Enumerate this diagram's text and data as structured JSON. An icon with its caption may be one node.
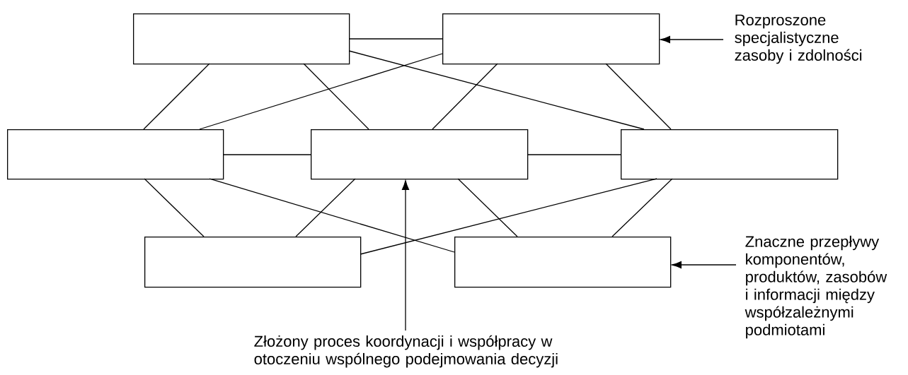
{
  "diagram": {
    "nodes": [
      {
        "text": [],
        "shape": "box"
      },
      {
        "text": [],
        "shape": "box"
      },
      {
        "text": [],
        "shape": "box"
      },
      {
        "text": [],
        "shape": "box"
      },
      {
        "text": [],
        "shape": "box"
      },
      {
        "text": [],
        "shape": "box"
      },
      {
        "text": [],
        "shape": "box"
      },
      {
        "text": [
          "Rozproszone specjalistyczne zasoby i zdolności"
        ]
      },
      {
        "text": [
          "Złożony proces koordynacji i współpracy w otoczeniu wspólnego podejmowania decyzji"
        ]
      },
      {
        "text": [
          "Znaczne przepływy komponentów, produktów, zasobów i informacji między współzależnymi podmiotami"
        ]
      }
    ],
    "edges": [
      {
        "from": 0,
        "to": 1,
        "arrow": "none"
      },
      {
        "from": 0,
        "to": 2,
        "arrow": "none"
      },
      {
        "from": 0,
        "to": 3,
        "arrow": "none"
      },
      {
        "from": 0,
        "to": 4,
        "arrow": "none"
      },
      {
        "from": 1,
        "to": 2,
        "arrow": "none"
      },
      {
        "from": 1,
        "to": 3,
        "arrow": "none"
      },
      {
        "from": 1,
        "to": 4,
        "arrow": "none"
      },
      {
        "from": 2,
        "to": 3,
        "arrow": "none"
      },
      {
        "from": 3,
        "to": 4,
        "arrow": "none"
      },
      {
        "from": 2,
        "to": 5,
        "arrow": "none"
      },
      {
        "from": 2,
        "to": 6,
        "arrow": "none"
      },
      {
        "from": 3,
        "to": 5,
        "arrow": "none"
      },
      {
        "from": 3,
        "to": 6,
        "arrow": "none"
      },
      {
        "from": 4,
        "to": 5,
        "arrow": "none"
      },
      {
        "from": 4,
        "to": 6,
        "arrow": "none"
      },
      {
        "from": 7,
        "to": 1,
        "arrow": "to"
      },
      {
        "from": 8,
        "to": 3,
        "arrow": "to"
      },
      {
        "from": 9,
        "to": 6,
        "arrow": "to"
      }
    ]
  }
}
